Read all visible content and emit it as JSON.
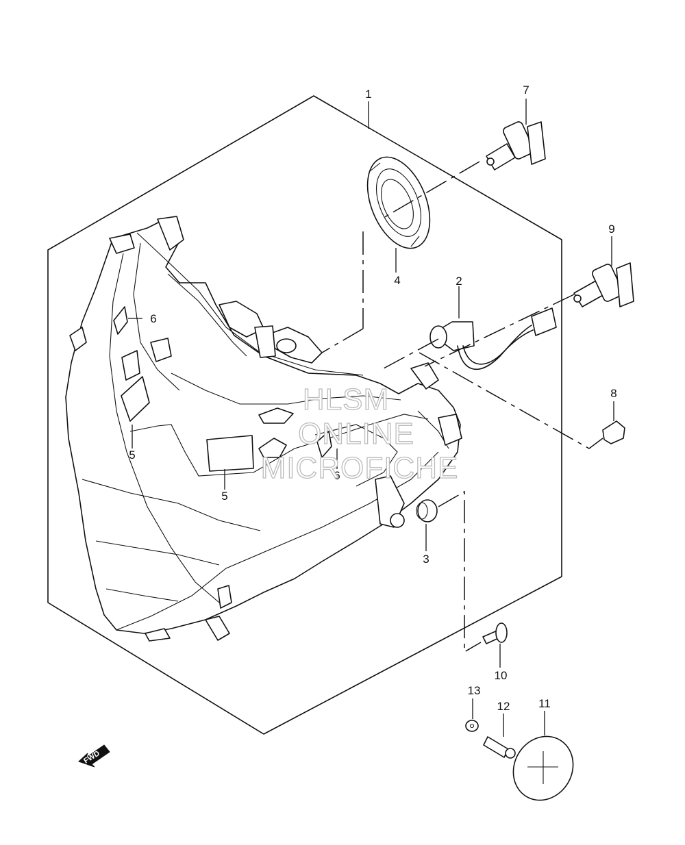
{
  "callouts": {
    "c1": "1",
    "c2": "2",
    "c3": "3",
    "c4": "4",
    "c5a": "5",
    "c5b": "5",
    "c6a": "6",
    "c6b": "6",
    "c7": "7",
    "c8": "8",
    "c9": "9",
    "c10": "10",
    "c11": "11",
    "c12": "12",
    "c13": "13"
  },
  "watermark": {
    "line1": "HLSM",
    "line2": "ONLINE",
    "line3": "MICROFICHE"
  },
  "direction_marker": "FWD",
  "colors": {
    "line": "#111111",
    "background": "#ffffff",
    "watermark": "#bbbbbb"
  }
}
